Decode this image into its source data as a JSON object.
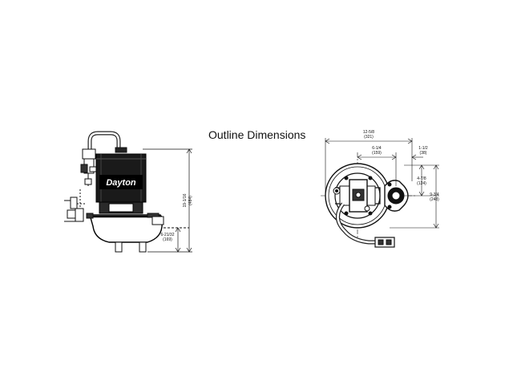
{
  "title": "Outline Dimensions",
  "brand": "Dayton",
  "side_view": {
    "height_dim": "19-1/16",
    "height_dim_mm": "(484)",
    "discharge_dim": "6-21/32",
    "discharge_dim_mm": "(169)"
  },
  "top_view": {
    "width_dim": "12-5/8",
    "width_dim_mm": "(321)",
    "center_dim": "6-1/4",
    "center_dim_mm": "(159)",
    "flange_dim": "1-1/2",
    "flange_dim_mm": "(38)",
    "offset_dim": "4-7/8",
    "offset_dim_mm": "(124)",
    "depth_dim": "9-3/4",
    "depth_dim_mm": "(248)"
  }
}
